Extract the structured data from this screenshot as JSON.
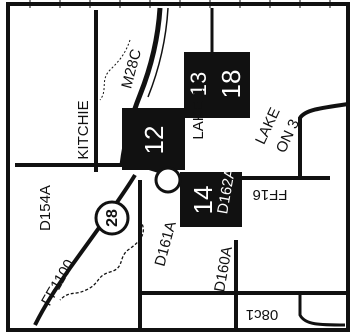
{
  "map": {
    "colors": {
      "road": "#111111",
      "background": "#ffffff",
      "section_fill": "#111111",
      "section_text": "#ffffff"
    },
    "roads": {
      "m28c": "M28C",
      "kitchie": "KITCHIE",
      "d154a": "D154A",
      "ff1100": "FF1100",
      "d161a": "D161A",
      "d160a": "D160A",
      "ff16": "FF16",
      "d162a": "D162A",
      "lake_on_3_line1": "LAKE",
      "lake_on_3_line2": "ON 3",
      "lake_13": "LAKE 13",
      "bottom_partial": "08c1"
    },
    "route_shield": {
      "number": "28"
    },
    "sections": {
      "s12": "12",
      "s13": "13",
      "s14": "14",
      "s18": "18"
    }
  }
}
